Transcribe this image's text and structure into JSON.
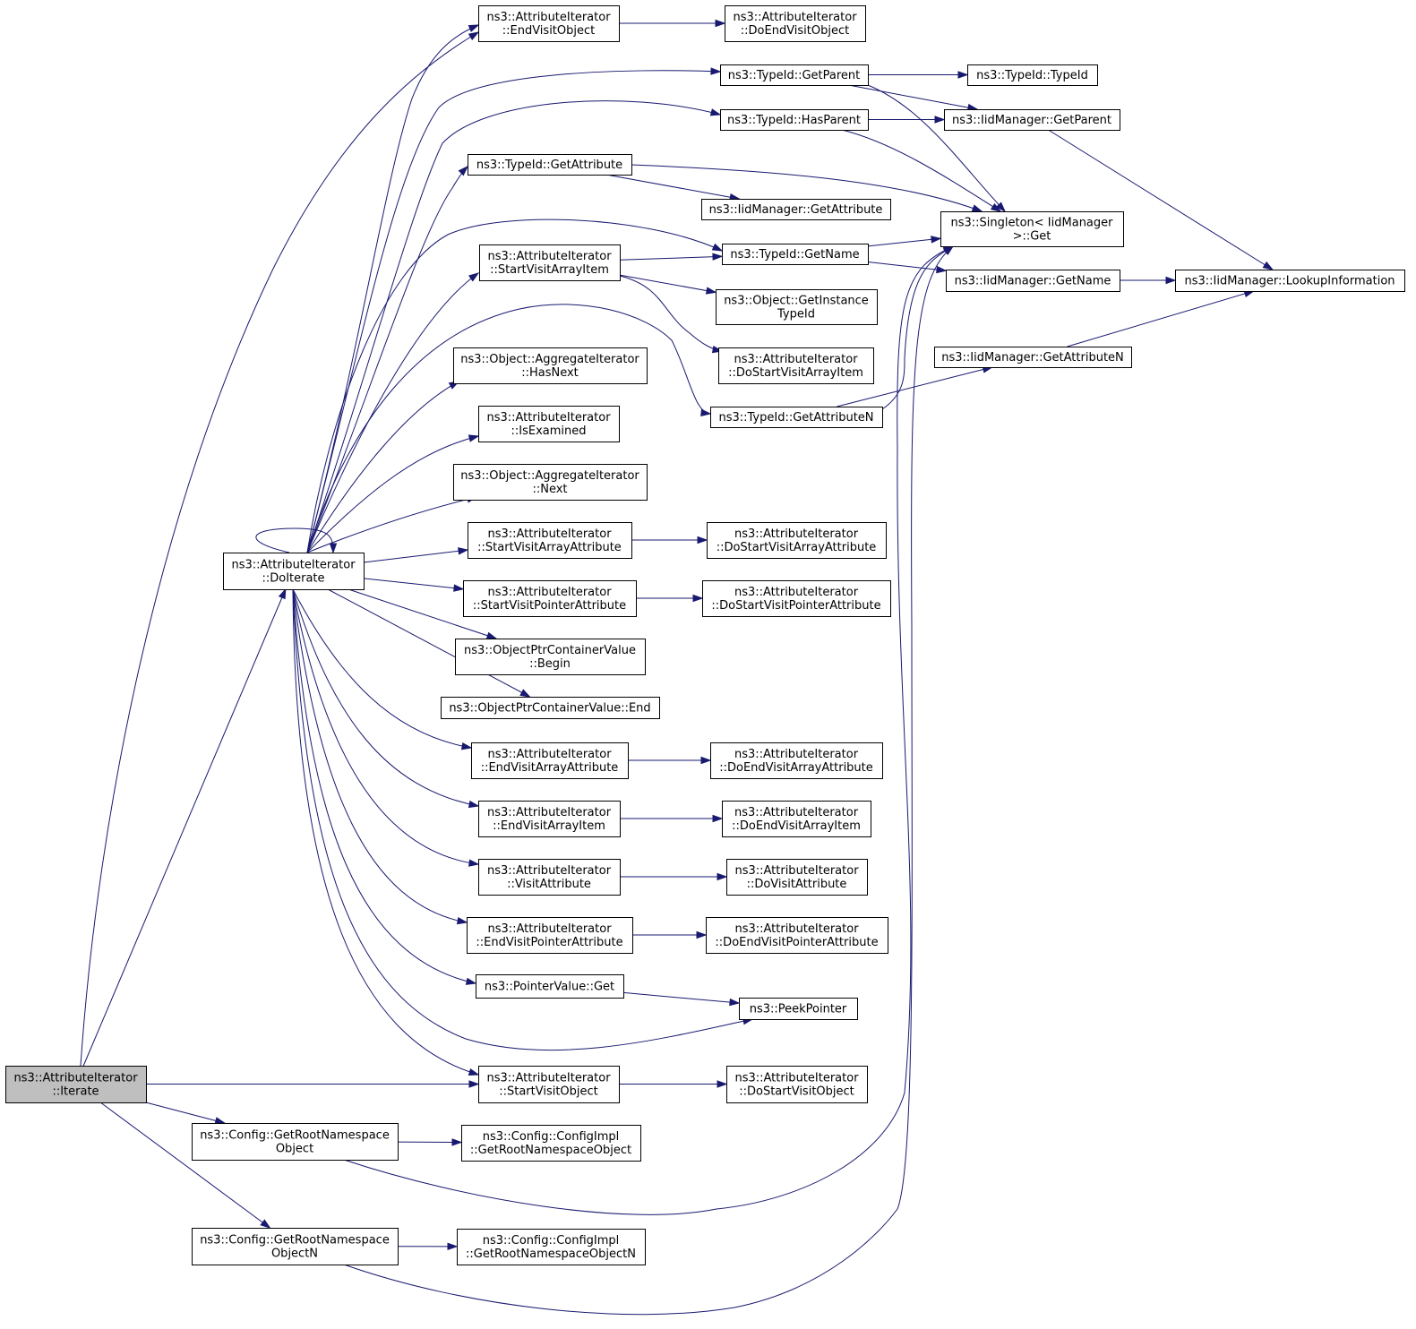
{
  "graph": {
    "nodes": {
      "iterate": [
        "ns3::AttributeIterator",
        "::Iterate"
      ],
      "doIterate": [
        "ns3::AttributeIterator",
        "::DoIterate"
      ],
      "endVisitObject": [
        "ns3::AttributeIterator",
        "::EndVisitObject"
      ],
      "doEndVisitObject": [
        "ns3::AttributeIterator",
        "::DoEndVisitObject"
      ],
      "typeIdGetParent": [
        "ns3::TypeId::GetParent"
      ],
      "typeIdTypeId": [
        "ns3::TypeId::TypeId"
      ],
      "typeIdHasParent": [
        "ns3::TypeId::HasParent"
      ],
      "iidGetParent": [
        "ns3::IidManager::GetParent"
      ],
      "typeIdGetAttribute": [
        "ns3::TypeId::GetAttribute"
      ],
      "iidGetAttribute": [
        "ns3::IidManager::GetAttribute"
      ],
      "singletonGet": [
        "ns3::Singleton< IidManager",
        ">::Get"
      ],
      "typeIdGetName": [
        "ns3::TypeId::GetName"
      ],
      "iidGetName": [
        "ns3::IidManager::GetName"
      ],
      "lookupInformation": [
        "ns3::IidManager::LookupInformation"
      ],
      "startVisitArrayItem": [
        "ns3::AttributeIterator",
        "::StartVisitArrayItem"
      ],
      "getInstanceTypeId": [
        "ns3::Object::GetInstance",
        "TypeId"
      ],
      "doStartVisitArrayItem": [
        "ns3::AttributeIterator",
        "::DoStartVisitArrayItem"
      ],
      "iidGetAttributeN": [
        "ns3::IidManager::GetAttributeN"
      ],
      "typeIdGetAttributeN": [
        "ns3::TypeId::GetAttributeN"
      ],
      "aggHasNext": [
        "ns3::Object::AggregateIterator",
        "::HasNext"
      ],
      "isExamined": [
        "ns3::AttributeIterator",
        "::IsExamined"
      ],
      "aggNext": [
        "ns3::Object::AggregateIterator",
        "::Next"
      ],
      "startVisitArrayAttribute": [
        "ns3::AttributeIterator",
        "::StartVisitArrayAttribute"
      ],
      "doStartVisitArrayAttribute": [
        "ns3::AttributeIterator",
        "::DoStartVisitArrayAttribute"
      ],
      "startVisitPointerAttribute": [
        "ns3::AttributeIterator",
        "::StartVisitPointerAttribute"
      ],
      "doStartVisitPointerAttribute": [
        "ns3::AttributeIterator",
        "::DoStartVisitPointerAttribute"
      ],
      "optrBegin": [
        "ns3::ObjectPtrContainerValue",
        "::Begin"
      ],
      "optrEnd": [
        "ns3::ObjectPtrContainerValue::End"
      ],
      "endVisitArrayAttribute": [
        "ns3::AttributeIterator",
        "::EndVisitArrayAttribute"
      ],
      "doEndVisitArrayAttribute": [
        "ns3::AttributeIterator",
        "::DoEndVisitArrayAttribute"
      ],
      "endVisitArrayItem": [
        "ns3::AttributeIterator",
        "::EndVisitArrayItem"
      ],
      "doEndVisitArrayItem": [
        "ns3::AttributeIterator",
        "::DoEndVisitArrayItem"
      ],
      "visitAttribute": [
        "ns3::AttributeIterator",
        "::VisitAttribute"
      ],
      "doVisitAttribute": [
        "ns3::AttributeIterator",
        "::DoVisitAttribute"
      ],
      "endVisitPointerAttribute": [
        "ns3::AttributeIterator",
        "::EndVisitPointerAttribute"
      ],
      "doEndVisitPointerAttribute": [
        "ns3::AttributeIterator",
        "::DoEndVisitPointerAttribute"
      ],
      "pointerValueGet": [
        "ns3::PointerValue::Get"
      ],
      "peekPointer": [
        "ns3::PeekPointer"
      ],
      "startVisitObject": [
        "ns3::AttributeIterator",
        "::StartVisitObject"
      ],
      "doStartVisitObject": [
        "ns3::AttributeIterator",
        "::DoStartVisitObject"
      ],
      "getRootNamespaceObject": [
        "ns3::Config::GetRootNamespace",
        "Object"
      ],
      "configImplGetRootNamespaceObject": [
        "ns3::Config::ConfigImpl",
        "::GetRootNamespaceObject"
      ],
      "getRootNamespaceObjectN": [
        "ns3::Config::GetRootNamespace",
        "ObjectN"
      ],
      "configImplGetRootNamespaceObjectN": [
        "ns3::Config::ConfigImpl",
        "::GetRootNamespaceObjectN"
      ]
    },
    "edges": [
      [
        "iterate",
        "doIterate"
      ],
      [
        "iterate",
        "endVisitObject"
      ],
      [
        "iterate",
        "startVisitObject"
      ],
      [
        "iterate",
        "getRootNamespaceObject"
      ],
      [
        "iterate",
        "getRootNamespaceObjectN"
      ],
      [
        "doIterate",
        "doIterate"
      ],
      [
        "doIterate",
        "endVisitObject"
      ],
      [
        "doIterate",
        "typeIdGetParent"
      ],
      [
        "doIterate",
        "typeIdHasParent"
      ],
      [
        "doIterate",
        "typeIdGetAttribute"
      ],
      [
        "doIterate",
        "typeIdGetName"
      ],
      [
        "doIterate",
        "startVisitArrayItem"
      ],
      [
        "doIterate",
        "typeIdGetAttributeN"
      ],
      [
        "doIterate",
        "aggHasNext"
      ],
      [
        "doIterate",
        "isExamined"
      ],
      [
        "doIterate",
        "aggNext"
      ],
      [
        "doIterate",
        "startVisitArrayAttribute"
      ],
      [
        "doIterate",
        "startVisitPointerAttribute"
      ],
      [
        "doIterate",
        "optrBegin"
      ],
      [
        "doIterate",
        "optrEnd"
      ],
      [
        "doIterate",
        "endVisitArrayAttribute"
      ],
      [
        "doIterate",
        "endVisitArrayItem"
      ],
      [
        "doIterate",
        "visitAttribute"
      ],
      [
        "doIterate",
        "endVisitPointerAttribute"
      ],
      [
        "doIterate",
        "pointerValueGet"
      ],
      [
        "doIterate",
        "peekPointer"
      ],
      [
        "doIterate",
        "startVisitObject"
      ],
      [
        "endVisitObject",
        "doEndVisitObject"
      ],
      [
        "typeIdGetParent",
        "typeIdTypeId"
      ],
      [
        "typeIdGetParent",
        "iidGetParent"
      ],
      [
        "typeIdGetParent",
        "singletonGet"
      ],
      [
        "typeIdHasParent",
        "iidGetParent"
      ],
      [
        "typeIdHasParent",
        "singletonGet"
      ],
      [
        "iidGetParent",
        "lookupInformation"
      ],
      [
        "typeIdGetAttribute",
        "iidGetAttribute"
      ],
      [
        "typeIdGetAttribute",
        "singletonGet"
      ],
      [
        "typeIdGetName",
        "singletonGet"
      ],
      [
        "typeIdGetName",
        "iidGetName"
      ],
      [
        "iidGetName",
        "lookupInformation"
      ],
      [
        "startVisitArrayItem",
        "typeIdGetName"
      ],
      [
        "startVisitArrayItem",
        "getInstanceTypeId"
      ],
      [
        "startVisitArrayItem",
        "doStartVisitArrayItem"
      ],
      [
        "iidGetAttributeN",
        "lookupInformation"
      ],
      [
        "typeIdGetAttributeN",
        "singletonGet"
      ],
      [
        "typeIdGetAttributeN",
        "iidGetAttributeN"
      ],
      [
        "startVisitArrayAttribute",
        "doStartVisitArrayAttribute"
      ],
      [
        "startVisitPointerAttribute",
        "doStartVisitPointerAttribute"
      ],
      [
        "endVisitArrayAttribute",
        "doEndVisitArrayAttribute"
      ],
      [
        "endVisitArrayItem",
        "doEndVisitArrayItem"
      ],
      [
        "visitAttribute",
        "doVisitAttribute"
      ],
      [
        "endVisitPointerAttribute",
        "doEndVisitPointerAttribute"
      ],
      [
        "pointerValueGet",
        "peekPointer"
      ],
      [
        "startVisitObject",
        "doStartVisitObject"
      ],
      [
        "getRootNamespaceObject",
        "configImplGetRootNamespaceObject"
      ],
      [
        "getRootNamespaceObject",
        "singletonGet"
      ],
      [
        "getRootNamespaceObjectN",
        "configImplGetRootNamespaceObjectN"
      ],
      [
        "getRootNamespaceObjectN",
        "singletonGet"
      ]
    ],
    "colors": {
      "edge": "#191970",
      "node_fill": "#ffffff",
      "root_fill": "#bfbfbf",
      "node_stroke": "#000000"
    }
  }
}
